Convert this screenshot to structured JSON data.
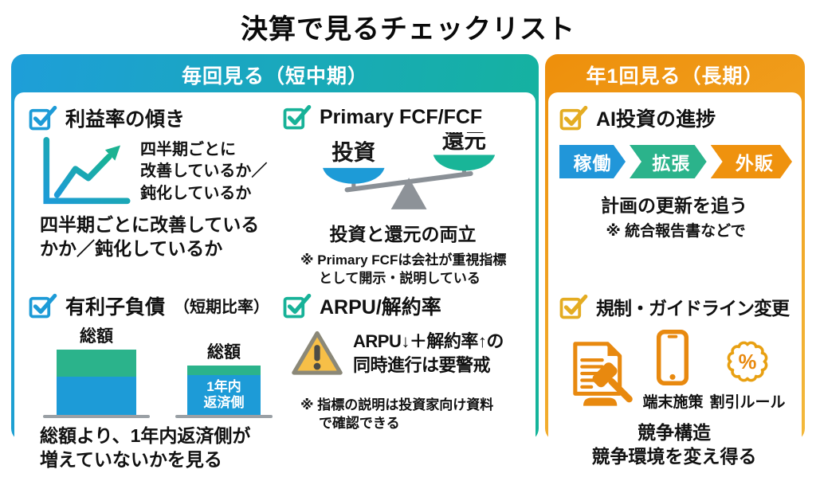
{
  "title": "決算で見るチェックリスト",
  "colors": {
    "blue": "#1d9bd7",
    "teal": "#17b298",
    "green": "#2bb38b",
    "orange": "#ef920e",
    "gold": "#e4ac22",
    "gray": "#8a9096"
  },
  "left": {
    "header": "毎回見る（短中期）",
    "items": [
      {
        "heading": "利益率の傾き",
        "side_text": "四半期ごとに\n改善しているか／\n鈍化しているか",
        "caption": "四半期ごとに改善している\nかか／鈍化しているか"
      },
      {
        "heading": "Primary FCF/FCF",
        "scale_left_label": "投資",
        "scale_right_label": "還元",
        "caption": "投資と還元の両立",
        "note": "※ Primary FCFは会社が重視指標\nとして開示・説明している"
      },
      {
        "heading": "有利子負債",
        "heading_sub": "（短期比率）",
        "bar_left_label": "総額",
        "bar_right_label": "総額",
        "bar_right_inner": "1年内\n返済側",
        "caption": "総額より、1年内返済側が\n増えていないかを見る"
      },
      {
        "heading": "ARPU/解約率",
        "warning_text": "ARPU↓＋解約率↑の\n同時進行は要警戒",
        "note": "※ 指標の説明は投資家向け資料\nで確認できる"
      }
    ]
  },
  "right": {
    "header": "年1回見る（長期）",
    "items": [
      {
        "heading": "AI投資の進捗",
        "steps": [
          "稼働",
          "拡張",
          "外販"
        ],
        "caption": "計画の更新を追う",
        "note": "※ 統合報告書などで"
      },
      {
        "heading": "規制・ガイドライン変更",
        "phone_label": "端末施策",
        "badge_label": "割引ルール",
        "badge_glyph": "%",
        "caption": "競争構造\n競争環境を変え得る"
      }
    ]
  }
}
